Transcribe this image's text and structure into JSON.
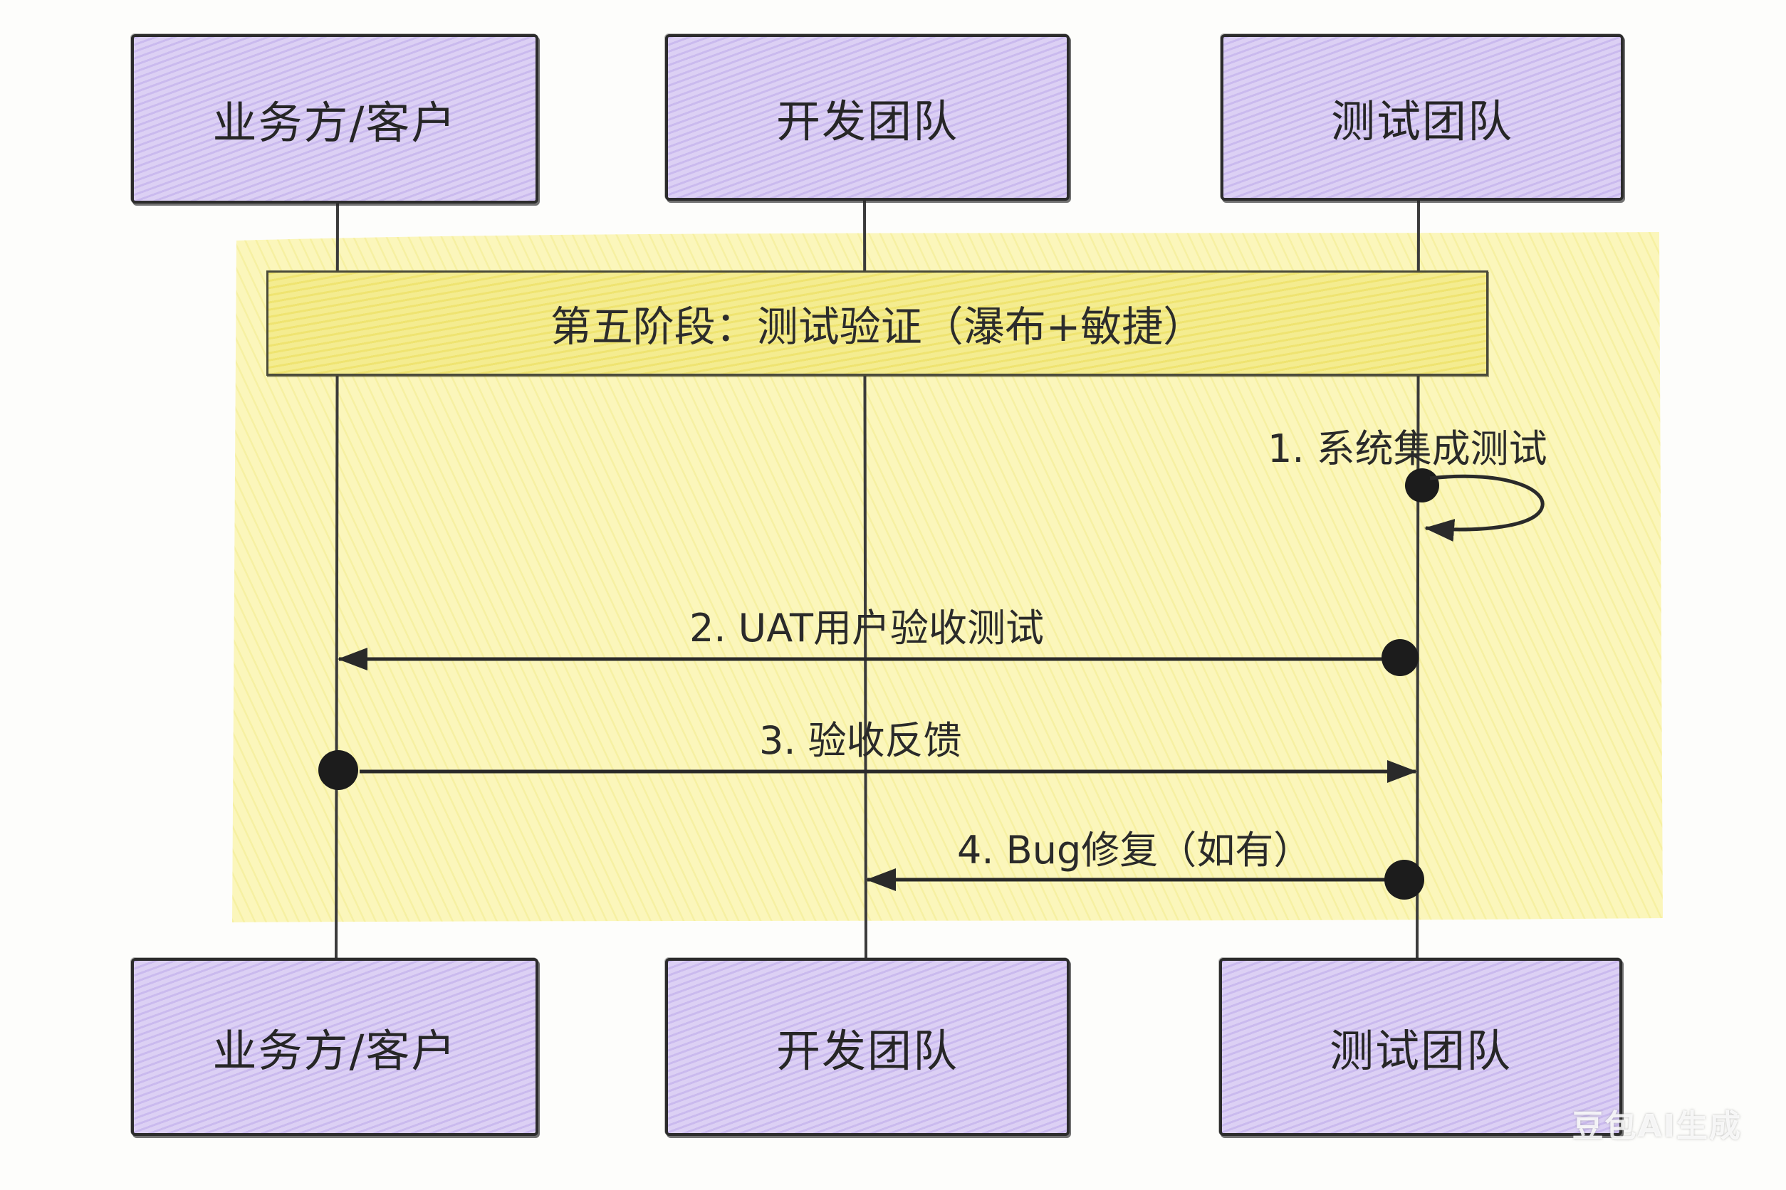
{
  "participants": [
    {
      "id": "business",
      "label": "业务方/客户"
    },
    {
      "id": "dev",
      "label": "开发团队"
    },
    {
      "id": "qa",
      "label": "测试团队"
    }
  ],
  "phase": {
    "label": "第五阶段：测试验证（瀑布+敏捷）"
  },
  "messages": [
    {
      "label": "1. 系统集成测试",
      "from": "qa",
      "to": "qa",
      "kind": "self"
    },
    {
      "label": "2. UAT用户验收测试",
      "from": "qa",
      "to": "business",
      "kind": "arrow"
    },
    {
      "label": "3. 验收反馈",
      "from": "business",
      "to": "qa",
      "kind": "arrow"
    },
    {
      "label": "4. Bug修复（如有）",
      "from": "qa",
      "to": "dev",
      "kind": "arrow"
    }
  ],
  "colors": {
    "actor_fill": "#d9cdf2",
    "phase_fill": "#f2ea86",
    "highlight": "#fbf5b0",
    "ink": "#2a2a2a"
  },
  "watermark": "豆包AI生成"
}
